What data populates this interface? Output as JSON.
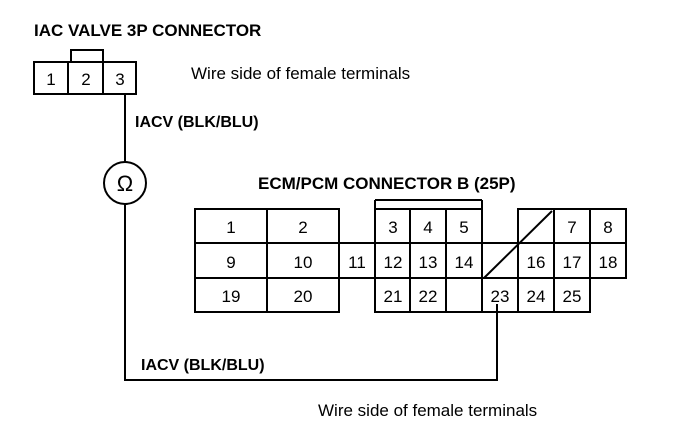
{
  "iac_connector": {
    "title": "IAC VALVE 3P CONNECTOR",
    "note": "Wire side of female terminals",
    "pins": [
      "1",
      "2",
      "3"
    ]
  },
  "wire_labels": {
    "top": "IACV (BLK/BLU)",
    "bottom": "IACV (BLK/BLU)"
  },
  "ohm_symbol": "Ω",
  "ecm_connector": {
    "title": "ECM/PCM CONNECTOR B (25P)",
    "note": "Wire side of female terminals",
    "pins": [
      "1",
      "2",
      "3",
      "4",
      "5",
      "7",
      "8",
      "9",
      "10",
      "11",
      "12",
      "13",
      "14",
      "16",
      "17",
      "18",
      "19",
      "20",
      "21",
      "22",
      "23",
      "24",
      "25"
    ]
  },
  "colors": {
    "line": "#000000",
    "background": "#ffffff"
  }
}
